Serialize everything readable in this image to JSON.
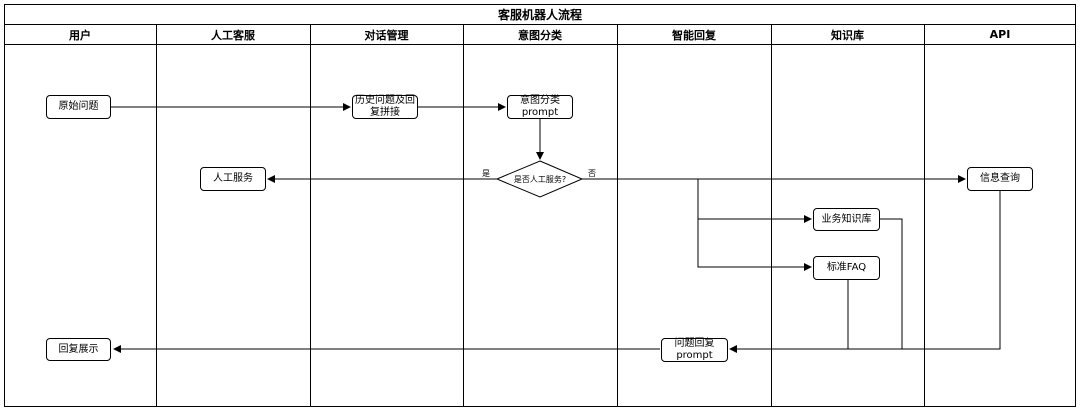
{
  "title": "客服机器人流程",
  "lanes": [
    "用户",
    "人工客服",
    "对话管理",
    "意图分类",
    "智能回复",
    "知识库",
    "API"
  ],
  "nodes": {
    "original_question": "原始问题",
    "history_concat": "历史问题及回\n复拼接",
    "intent_prompt": "意图分类\nprompt",
    "decision": "是否人工服务?",
    "human_service": "人工服务",
    "info_query": "信息查询",
    "business_kb": "业务知识库",
    "standard_faq": "标准FAQ",
    "reply_prompt": "问题回复\nprompt",
    "reply_display": "回复展示"
  },
  "edge_labels": {
    "yes": "是",
    "no": "否"
  },
  "colors": {
    "line": "#000000",
    "node_fill": "#ffffff"
  }
}
